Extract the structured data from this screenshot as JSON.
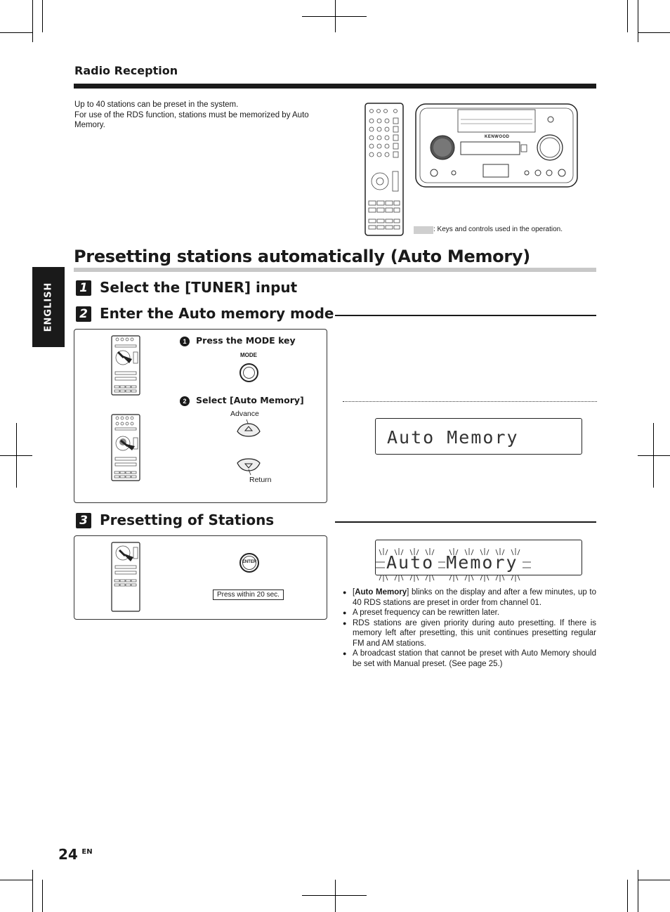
{
  "section_title": "Radio Reception",
  "intro_lines": [
    "Up to 40 stations can be preset in the system.",
    "For use of the RDS function, stations must be memorized by Auto Memory."
  ],
  "device_brand": "KENWOOD",
  "keys_legend": ": Keys and controls used in the operation.",
  "main_heading": "Presetting stations automatically (Auto Memory)",
  "side_tab": "ENGLISH",
  "steps": [
    {
      "number": "1",
      "title": "Select the [TUNER] input"
    },
    {
      "number": "2",
      "title": "Enter the Auto memory mode"
    },
    {
      "number": "3",
      "title": "Presetting of Stations"
    }
  ],
  "substeps": [
    {
      "number": "1",
      "label": "Press the MODE key",
      "key": "MODE"
    },
    {
      "number": "2",
      "label_prefix": "Select [",
      "label_bold": "Auto Memory",
      "label_suffix": "]",
      "advance": "Advance",
      "return": "Return"
    }
  ],
  "enter_key": "ENTER",
  "press_within": "Press within 20 sec.",
  "display_text": "Auto Memory",
  "notes": [
    {
      "prefix": "[",
      "bold": "Auto Memory",
      "text": "] blinks on the display and after a few minutes, up to 40 RDS stations are preset in order from channel 01."
    },
    {
      "prefix": "",
      "bold": "",
      "text": "A preset frequency can be rewritten later."
    },
    {
      "prefix": "",
      "bold": "",
      "text": "RDS stations are given priority during auto presetting. If there is memory left after presetting, this unit continues presetting regular FM and AM stations."
    },
    {
      "prefix": "",
      "bold": "",
      "text": "A broadcast station that cannot be preset with Auto Memory should be set with Manual preset. (See page 25.)"
    }
  ],
  "page_number": "24",
  "page_lang": "EN"
}
